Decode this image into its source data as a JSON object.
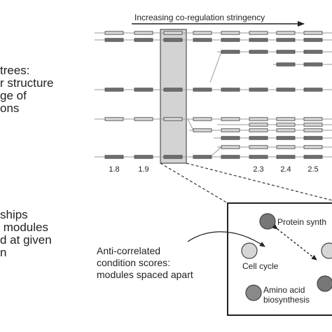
{
  "header": {
    "stringency_label": "Increasing co-regulation stringency"
  },
  "left_text_top": [
    "trees:",
    "r structure",
    "ge of",
    "ons"
  ],
  "left_text_bottom": [
    "ships",
    " modules",
    "d at given",
    "n"
  ],
  "stringency_values": [
    "1.8",
    "1.9",
    "2.3",
    "2.4",
    "2.5"
  ],
  "anti_corr": [
    "Anti-correlated",
    "condition scores:",
    "modules spaced apart"
  ],
  "module_nodes": [
    {
      "label": "Protein synth",
      "fill": "#777777"
    },
    {
      "label": "Cell cycle",
      "fill": "#d6d6d6"
    },
    {
      "label": "Amino acid\nbiosynthesis",
      "fill": "#8a8a8a"
    },
    {
      "label": "",
      "fill": "#d6d6d6"
    },
    {
      "label": "",
      "fill": "#777777"
    }
  ],
  "colors": {
    "dark_module": "#6e6e6e",
    "light_module": "#d4d4d4",
    "highlight": "#d3d3d3",
    "line": "#999999"
  }
}
